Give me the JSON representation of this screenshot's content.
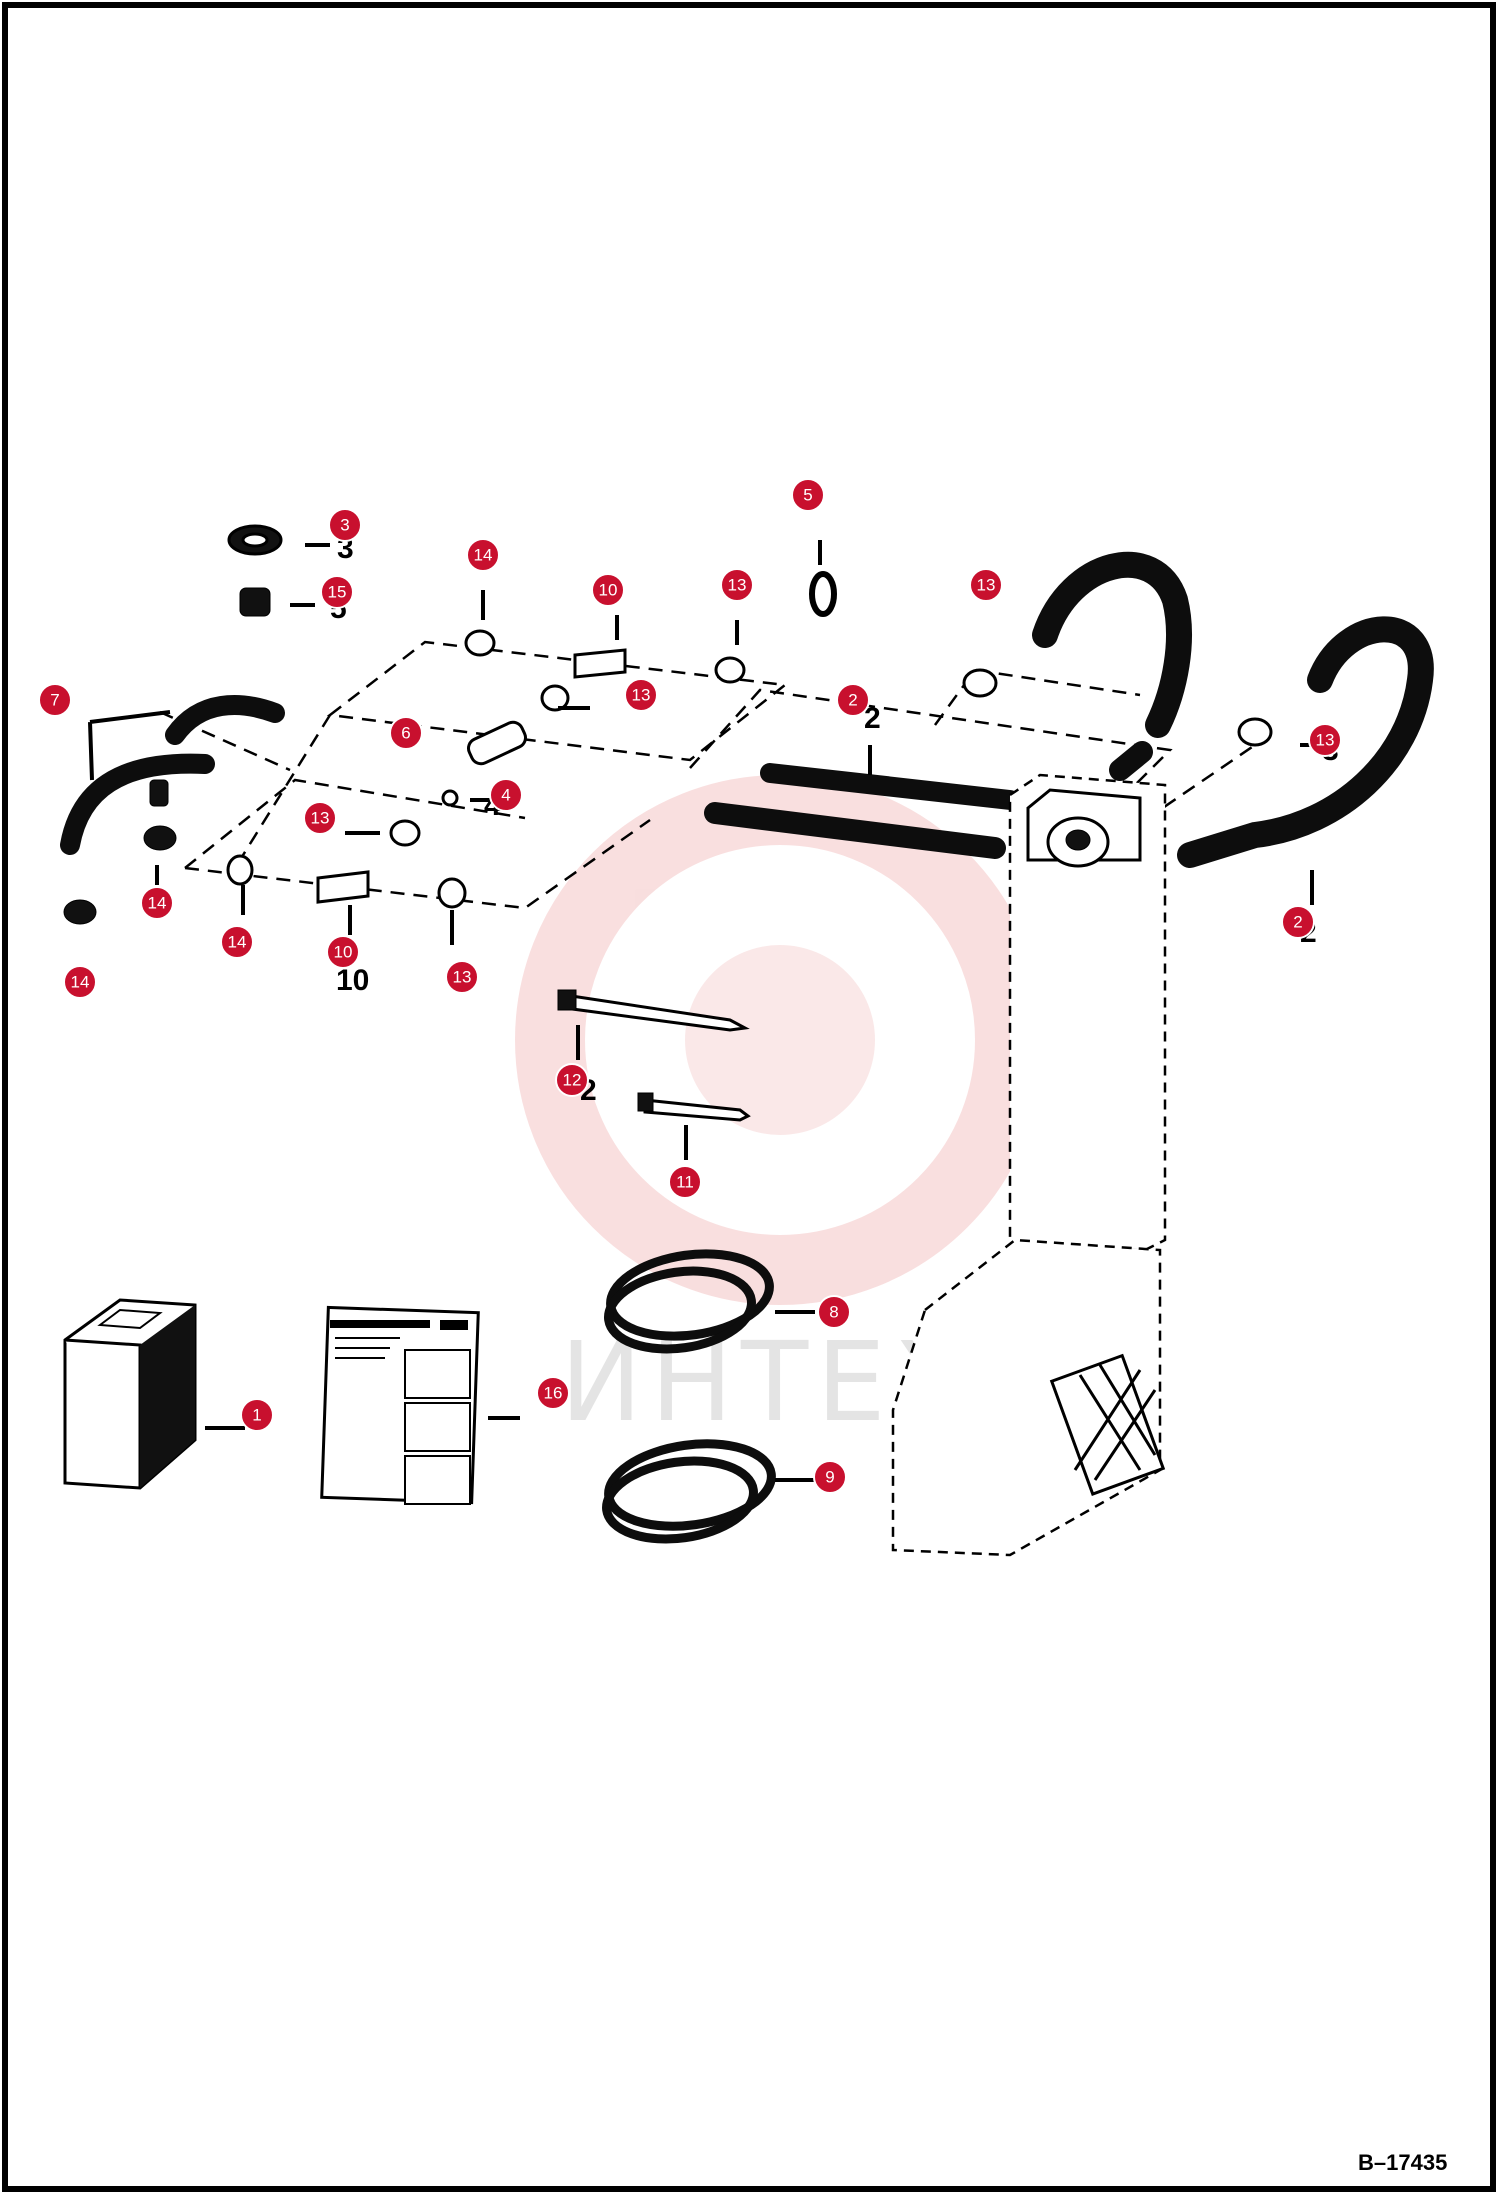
{
  "diagram": {
    "code": "B–17435",
    "watermark": "ИНТЕХ",
    "callouts": [
      {
        "id": "callout-1",
        "label": "1"
      },
      {
        "id": "callout-2a",
        "label": "2"
      },
      {
        "id": "callout-2b",
        "label": "2"
      },
      {
        "id": "callout-3",
        "label": "3"
      },
      {
        "id": "callout-4",
        "label": "4"
      },
      {
        "id": "callout-5",
        "label": "5"
      },
      {
        "id": "callout-6",
        "label": "6"
      },
      {
        "id": "callout-7",
        "label": "7"
      },
      {
        "id": "callout-8",
        "label": "8"
      },
      {
        "id": "callout-9",
        "label": "9"
      },
      {
        "id": "callout-10a",
        "label": "10"
      },
      {
        "id": "callout-10b",
        "label": "10"
      },
      {
        "id": "callout-11",
        "label": "11"
      },
      {
        "id": "callout-12",
        "label": "12"
      },
      {
        "id": "callout-13a",
        "label": "13"
      },
      {
        "id": "callout-13b",
        "label": "13"
      },
      {
        "id": "callout-13c",
        "label": "13"
      },
      {
        "id": "callout-13d",
        "label": "13"
      },
      {
        "id": "callout-13e",
        "label": "13"
      },
      {
        "id": "callout-13f",
        "label": "13"
      },
      {
        "id": "callout-14a",
        "label": "14"
      },
      {
        "id": "callout-14b",
        "label": "14"
      },
      {
        "id": "callout-14c",
        "label": "14"
      },
      {
        "id": "callout-14d",
        "label": "14"
      },
      {
        "id": "callout-15",
        "label": "15"
      },
      {
        "id": "callout-16",
        "label": "16"
      }
    ]
  }
}
